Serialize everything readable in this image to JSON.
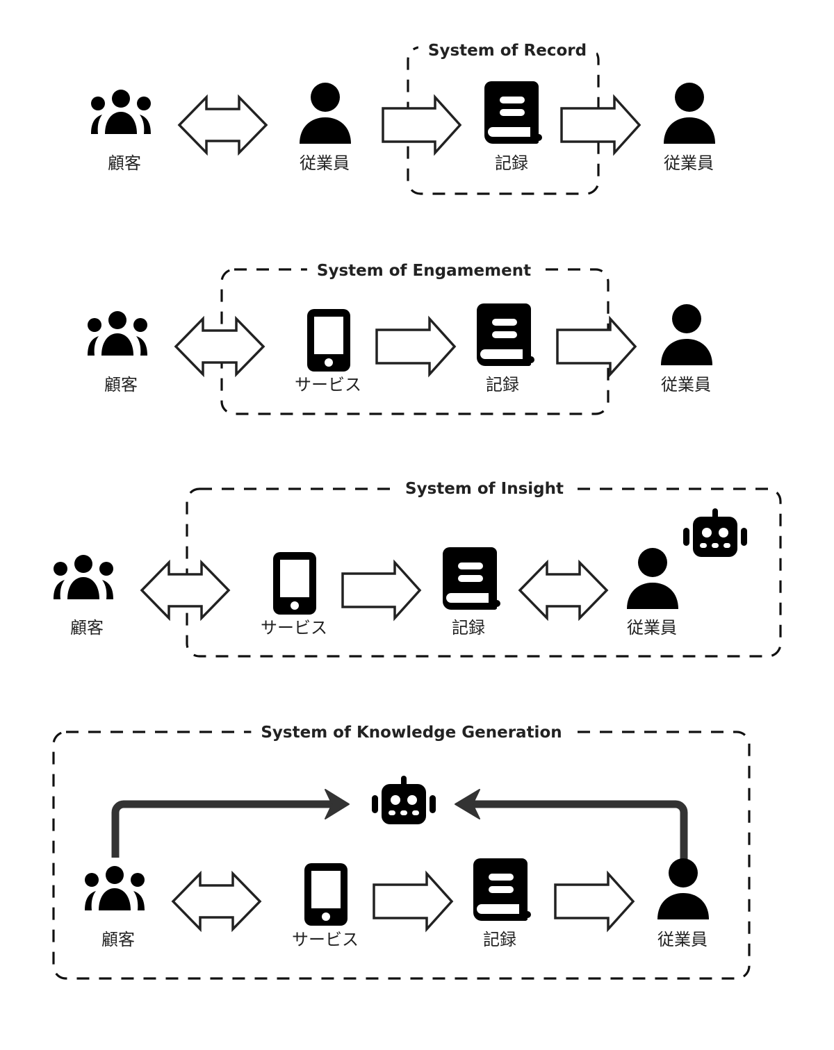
{
  "diagrams": [
    {
      "title": "System of Record",
      "nodes": [
        {
          "icon": "group-icon",
          "label": "顧客"
        },
        {
          "icon": "person-icon",
          "label": "従業員"
        },
        {
          "icon": "book-icon",
          "label": "記録"
        },
        {
          "icon": "person-icon",
          "label": "従業員"
        }
      ],
      "connectors": [
        "bidirectional",
        "forward",
        "forward"
      ]
    },
    {
      "title": "System of Engamement",
      "nodes": [
        {
          "icon": "group-icon",
          "label": "顧客"
        },
        {
          "icon": "smartphone-icon",
          "label": "サービス"
        },
        {
          "icon": "book-icon",
          "label": "記録"
        },
        {
          "icon": "person-icon",
          "label": "従業員"
        }
      ],
      "connectors": [
        "bidirectional",
        "forward",
        "forward"
      ]
    },
    {
      "title": "System of Insight",
      "nodes": [
        {
          "icon": "group-icon",
          "label": "顧客"
        },
        {
          "icon": "smartphone-icon",
          "label": "サービス"
        },
        {
          "icon": "book-icon",
          "label": "記録"
        },
        {
          "icon": "person-icon",
          "label": "従業員"
        }
      ],
      "connectors": [
        "bidirectional",
        "forward",
        "bidirectional"
      ],
      "extra_icon": "robot-icon"
    },
    {
      "title": "System of Knowledge Generation",
      "nodes": [
        {
          "icon": "group-icon",
          "label": "顧客"
        },
        {
          "icon": "smartphone-icon",
          "label": "サービス"
        },
        {
          "icon": "book-icon",
          "label": "記録"
        },
        {
          "icon": "person-icon",
          "label": "従業員"
        }
      ],
      "connectors": [
        "bidirectional",
        "forward",
        "forward"
      ],
      "extra_icon": "robot-icon",
      "feedback_flows": [
        "顧客 → robot",
        "従業員 → robot"
      ]
    }
  ]
}
